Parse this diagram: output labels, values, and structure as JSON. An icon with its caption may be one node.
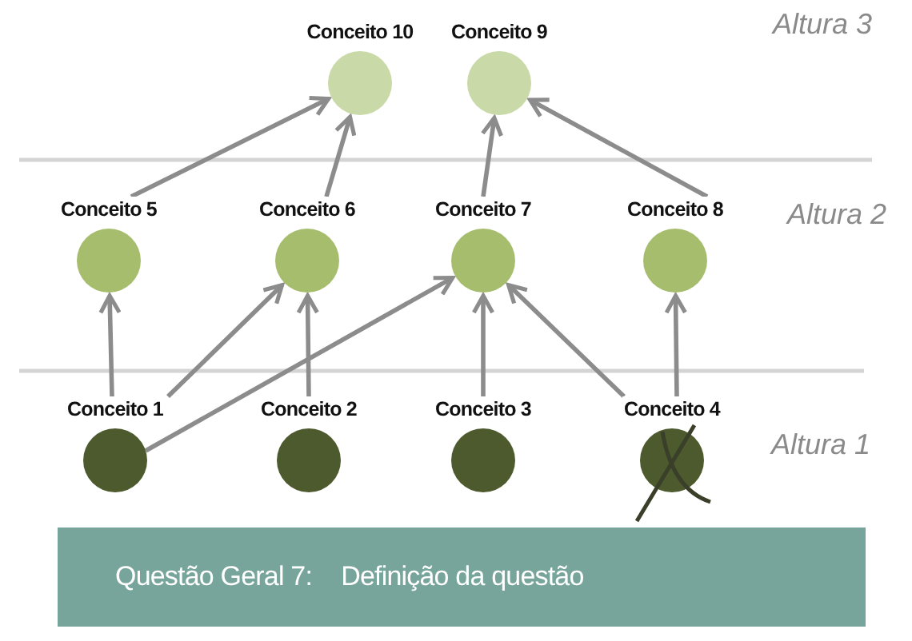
{
  "diagram": {
    "nodes": [
      {
        "text": [
          "Conceito 10"
        ]
      },
      {
        "text": [
          "Conceito 9"
        ]
      },
      {
        "text": [
          "Conceito 5"
        ]
      },
      {
        "text": [
          "Conceito 6"
        ]
      },
      {
        "text": [
          "Conceito 7"
        ]
      },
      {
        "text": [
          "Conceito 8"
        ]
      },
      {
        "text": [
          "Conceito 1"
        ]
      },
      {
        "text": [
          "Conceito 2"
        ]
      },
      {
        "text": [
          "Conceito 3"
        ]
      },
      {
        "text": [
          "Conceito 4"
        ]
      },
      {
        "text": [
          "Questão Geral 7:",
          "Definição da questão"
        ]
      }
    ],
    "edges": [
      {
        "from": 6,
        "to": 2,
        "arrow": "to"
      },
      {
        "from": 6,
        "to": 3,
        "arrow": "to"
      },
      {
        "from": 6,
        "to": 4,
        "arrow": "to"
      },
      {
        "from": 7,
        "to": 3,
        "arrow": "to"
      },
      {
        "from": 8,
        "to": 4,
        "arrow": "to"
      },
      {
        "from": 9,
        "to": 4,
        "arrow": "to"
      },
      {
        "from": 9,
        "to": 5,
        "arrow": "to"
      },
      {
        "from": 2,
        "to": 0,
        "arrow": "to"
      },
      {
        "from": 3,
        "to": 0,
        "arrow": "to"
      },
      {
        "from": 4,
        "to": 1,
        "arrow": "to"
      },
      {
        "from": 5,
        "to": 1,
        "arrow": "to"
      }
    ],
    "labels": [
      "Altura 3",
      "Altura 2",
      "Altura 1"
    ]
  }
}
